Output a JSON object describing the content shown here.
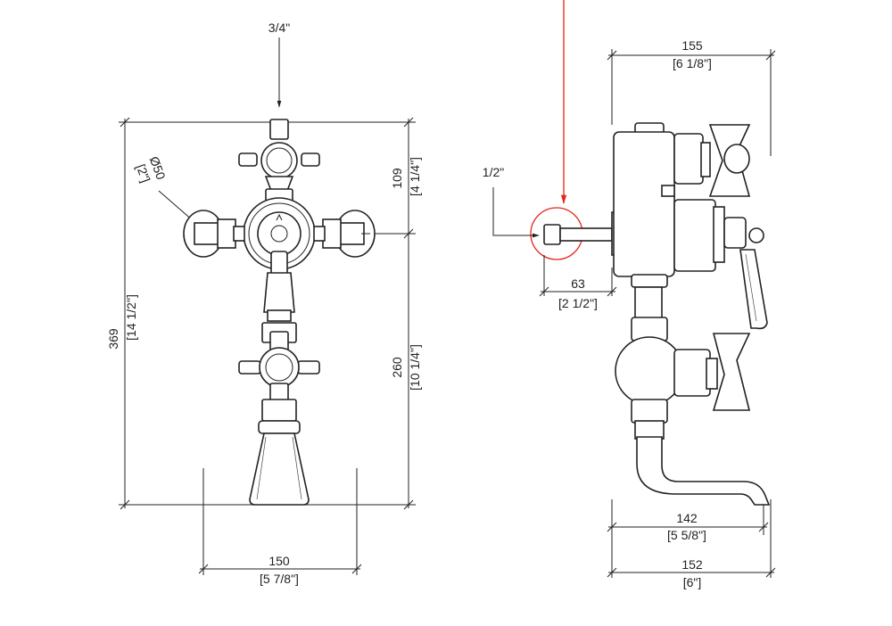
{
  "front_view": {
    "inlet_top": "3/4\"",
    "dia_label": "Ø50",
    "dia_sub": "[2\"]",
    "h109": "109",
    "h109_in": "[4 1/4\"]",
    "h369": "369",
    "h369_in": "[14 1/2\"]",
    "h260": "260",
    "h260_in": "[10 1/4\"]",
    "w150": "150",
    "w150_in": "[5 7/8\"]"
  },
  "side_view": {
    "w155": "155",
    "w155_in": "[6 1/8\"]",
    "inlet_side": "1/2\"",
    "d63": "63",
    "d63_in": "[2 1/2\"]",
    "w142": "142",
    "w142_in": "[5 5/8\"]",
    "w152": "152",
    "w152_in": "[6\"]"
  },
  "colors": {
    "line": "#222222",
    "highlight": "#e4261c"
  }
}
